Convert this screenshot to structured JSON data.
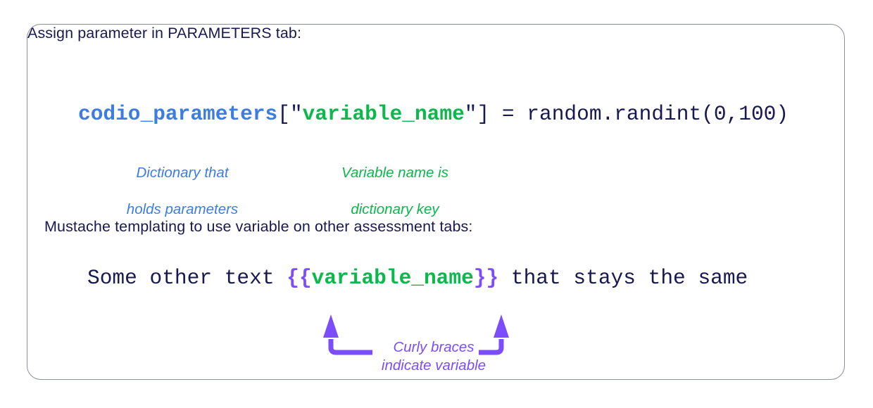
{
  "diagram": {
    "title_semantic": "codio-parameters-mustache-explainer",
    "sections": [
      {
        "prose": "Assign parameter in PARAMETERS tab:",
        "code_tokens": [
          {
            "text": "codio_parameters",
            "color_role": "blue"
          },
          {
            "text": "[\"",
            "color_role": "plain"
          },
          {
            "text": "variable_name",
            "color_role": "green"
          },
          {
            "text": "\"] = random.randint(0,100)",
            "color_role": "plain"
          }
        ],
        "code_plain": "codio_parameters[\"variable_name\"] = random.randint(0,100)"
      },
      {
        "prose": "Mustache templating to use variable on other assessment tabs:",
        "code_tokens": [
          {
            "text": "Some other text ",
            "color_role": "plain"
          },
          {
            "text": "{{",
            "color_role": "purple"
          },
          {
            "text": "variable_name",
            "color_role": "green"
          },
          {
            "text": "}}",
            "color_role": "purple"
          },
          {
            "text": " that stays the same",
            "color_role": "plain"
          }
        ],
        "code_plain": "Some other text {{variable_name}} that stays the same"
      }
    ],
    "callouts": [
      {
        "id": "dictionary",
        "line1": "Dictionary that",
        "line2": "holds parameters",
        "color": "#3d7ce0"
      },
      {
        "id": "variable-name",
        "line1": "Variable name is",
        "line2": "dictionary key",
        "color": "#0ab84b"
      },
      {
        "id": "curly-braces",
        "line1": "Curly braces",
        "line2": "indicate variable",
        "color": "#7b4dfb"
      }
    ],
    "colors": {
      "blue": "#3d7ce0",
      "green": "#0ab84b",
      "purple": "#7b4dfb",
      "navy": "#191952",
      "border": "#8a8f98",
      "background": "#ffffff"
    }
  }
}
